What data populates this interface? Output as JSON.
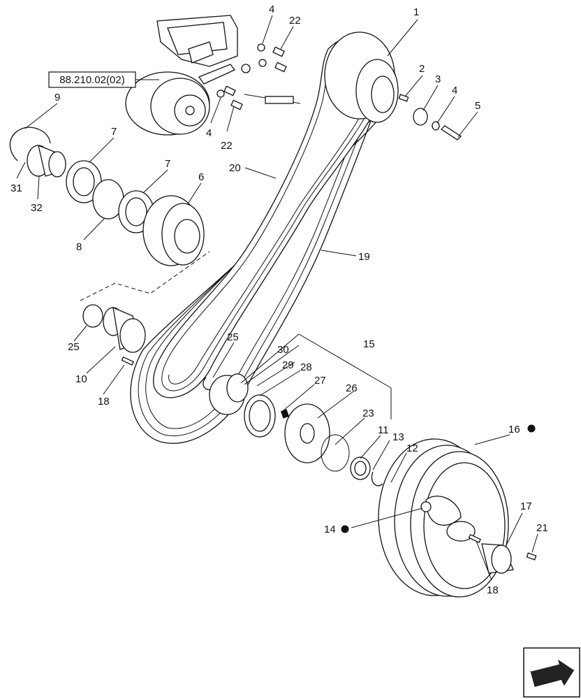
{
  "reference_box": "88.210.02(02)",
  "callouts": [
    {
      "id": "c1",
      "text": "1"
    },
    {
      "id": "c2",
      "text": "2"
    },
    {
      "id": "c3",
      "text": "3"
    },
    {
      "id": "c4a",
      "text": "4"
    },
    {
      "id": "c4b",
      "text": "4"
    },
    {
      "id": "c4c",
      "text": "4"
    },
    {
      "id": "c5",
      "text": "5"
    },
    {
      "id": "c6",
      "text": "6"
    },
    {
      "id": "c7a",
      "text": "7"
    },
    {
      "id": "c7b",
      "text": "7"
    },
    {
      "id": "c8",
      "text": "8"
    },
    {
      "id": "c9",
      "text": "9"
    },
    {
      "id": "c10",
      "text": "10"
    },
    {
      "id": "c11",
      "text": "11"
    },
    {
      "id": "c12",
      "text": "12"
    },
    {
      "id": "c13",
      "text": "13"
    },
    {
      "id": "c14",
      "text": "14"
    },
    {
      "id": "c15",
      "text": "15"
    },
    {
      "id": "c16",
      "text": "16"
    },
    {
      "id": "c17",
      "text": "17"
    },
    {
      "id": "c18a",
      "text": "18"
    },
    {
      "id": "c18b",
      "text": "18"
    },
    {
      "id": "c19",
      "text": "19"
    },
    {
      "id": "c20",
      "text": "20"
    },
    {
      "id": "c21",
      "text": "21"
    },
    {
      "id": "c22a",
      "text": "22"
    },
    {
      "id": "c22b",
      "text": "22"
    },
    {
      "id": "c23",
      "text": "23"
    },
    {
      "id": "c25a",
      "text": "25"
    },
    {
      "id": "c25b",
      "text": "25"
    },
    {
      "id": "c26",
      "text": "26"
    },
    {
      "id": "c27",
      "text": "27"
    },
    {
      "id": "c28",
      "text": "28"
    },
    {
      "id": "c29",
      "text": "29"
    },
    {
      "id": "c30",
      "text": "30"
    },
    {
      "id": "c31",
      "text": "31"
    },
    {
      "id": "c32",
      "text": "32"
    }
  ],
  "nav_icon": "next-page-arrow-icon"
}
